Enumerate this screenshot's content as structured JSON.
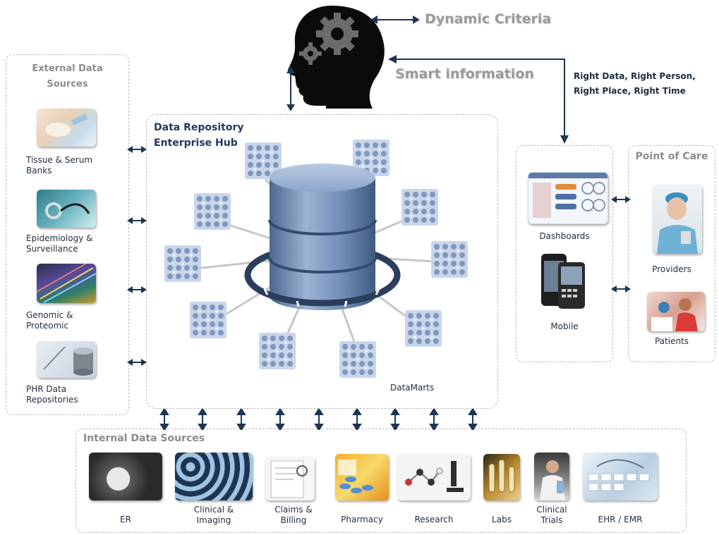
{
  "top": {
    "dynamic_criteria": "Dynamic Criteria",
    "smart_information": "Smart information",
    "right_line1": "Right Data, Right Person,",
    "right_line2": "Right Place, Right Time"
  },
  "external": {
    "title_line1": "External Data",
    "title_line2": "Sources",
    "items": [
      {
        "line1": "Tissue & Serum",
        "line2": "Banks",
        "icon": "tissue-sample-icon"
      },
      {
        "line1": "Epidemiology &",
        "line2": "Surveillance",
        "icon": "stethoscope-icon"
      },
      {
        "line1": "Genomic &",
        "line2": "Proteomic",
        "icon": "dna-sequence-icon"
      },
      {
        "line1": "PHR Data",
        "line2": "Repositories",
        "icon": "database-icon"
      }
    ]
  },
  "hub": {
    "title_line1": "Data Repository",
    "title_line2": "Enterprise Hub",
    "datamarts": "DataMarts"
  },
  "delivery": {
    "dashboards": "Dashboards",
    "mobile": "Mobile"
  },
  "point_of_care": {
    "title": "Point of Care",
    "providers": "Providers",
    "patients": "Patients"
  },
  "internal": {
    "title": "Internal Data Sources",
    "items": [
      {
        "line1": "ER",
        "line2": ""
      },
      {
        "line1": "Clinical &",
        "line2": "Imaging"
      },
      {
        "line1": "Claims &",
        "line2": "Billing"
      },
      {
        "line1": "Pharmacy",
        "line2": ""
      },
      {
        "line1": "Research",
        "line2": ""
      },
      {
        "line1": "Labs",
        "line2": ""
      },
      {
        "line1": "Clinical",
        "line2": "Trials"
      },
      {
        "line1": "EHR / EMR",
        "line2": ""
      }
    ]
  },
  "colors": {
    "arrow": "#1f3552",
    "header_gray": "#8c8c8c",
    "cylinder": "#6f8cb5",
    "cube": "#a9bbd8"
  }
}
